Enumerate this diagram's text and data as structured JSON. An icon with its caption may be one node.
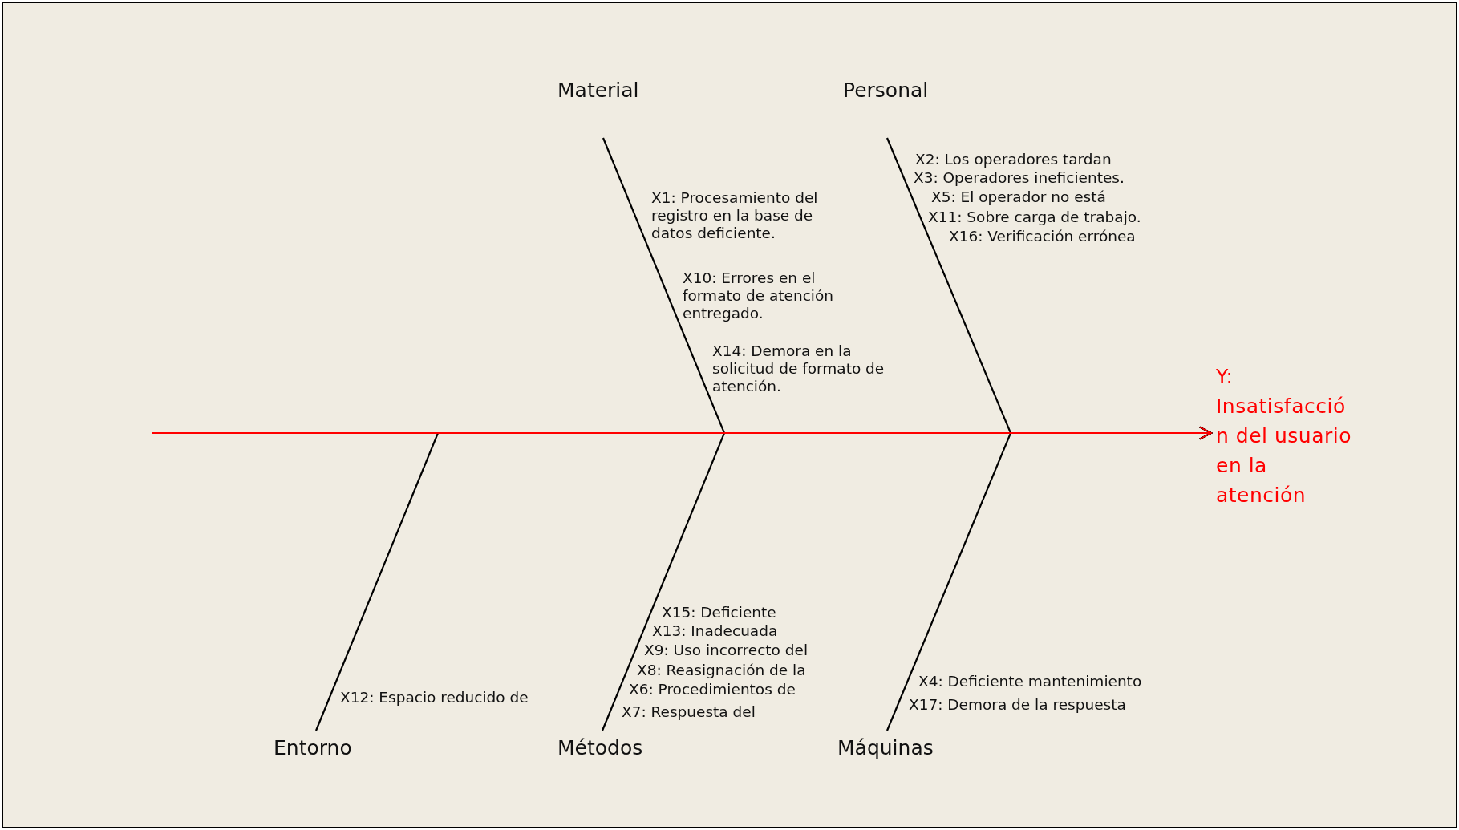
{
  "diagram": {
    "nodes": [
      {
        "text": [
          "Material"
        ]
      },
      {
        "text": [
          "Personal"
        ]
      },
      {
        "text": [
          "Entorno"
        ]
      },
      {
        "text": [
          "Métodos"
        ]
      },
      {
        "text": [
          "Máquinas"
        ]
      },
      {
        "text": [
          "Y: Insatisfacción del usuario en la atención"
        ]
      }
    ],
    "edges": [
      {
        "from": null,
        "to": 5,
        "arrow": "to",
        "color": "#ff0000"
      },
      {
        "from": 0,
        "to": 5,
        "arrow": "to"
      },
      {
        "from": 1,
        "to": 5,
        "arrow": "to"
      },
      {
        "from": 2,
        "to": 5,
        "arrow": "to"
      },
      {
        "from": 3,
        "to": 5,
        "arrow": "to"
      },
      {
        "from": 4,
        "to": 5,
        "arrow": "to"
      }
    ],
    "labels": [
      "X1: Procesamiento del registro en la base de datos deficiente.",
      "X10: Errores en el formato de atención entregado.",
      "X14: Demora en la solicitud de formato de atención.",
      "X2: Los operadores tardan",
      "X3: Operadores ineficientes.",
      "X5: El operador no está",
      "X11: Sobre carga de trabajo.",
      "X16: Verificación errónea",
      "X15: Deficiente",
      "X13: Inadecuada",
      "X9: Uso incorrecto del",
      "X8: Reasignación de la",
      "X6: Procedimientos de",
      "X7: Respuesta del",
      "X12: Espacio reducido de",
      "X4: Deficiente mantenimiento",
      "X17: Demora de la respuesta"
    ]
  }
}
